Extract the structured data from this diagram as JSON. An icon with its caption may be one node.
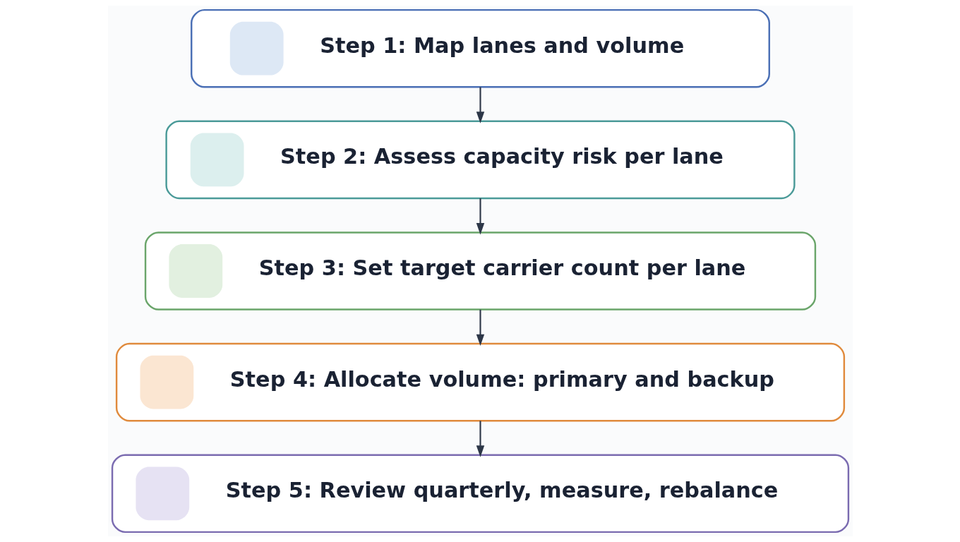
{
  "diagram": {
    "nodes": [
      {
        "text": [
          "Step 1: Map lanes and volume"
        ]
      },
      {
        "text": [
          "Step 2: Assess capacity risk per lane"
        ]
      },
      {
        "text": [
          "Step 3: Set target carrier count per lane"
        ]
      },
      {
        "text": [
          "Step 4: Allocate volume: primary and backup"
        ]
      },
      {
        "text": [
          "Step 5: Review quarterly, measure, rebalance"
        ]
      }
    ],
    "edges": [
      {
        "from": 0,
        "to": 1,
        "arrow": "to"
      },
      {
        "from": 1,
        "to": 2,
        "arrow": "to"
      },
      {
        "from": 2,
        "to": 3,
        "arrow": "to"
      },
      {
        "from": 3,
        "to": 4,
        "arrow": "to"
      }
    ]
  }
}
